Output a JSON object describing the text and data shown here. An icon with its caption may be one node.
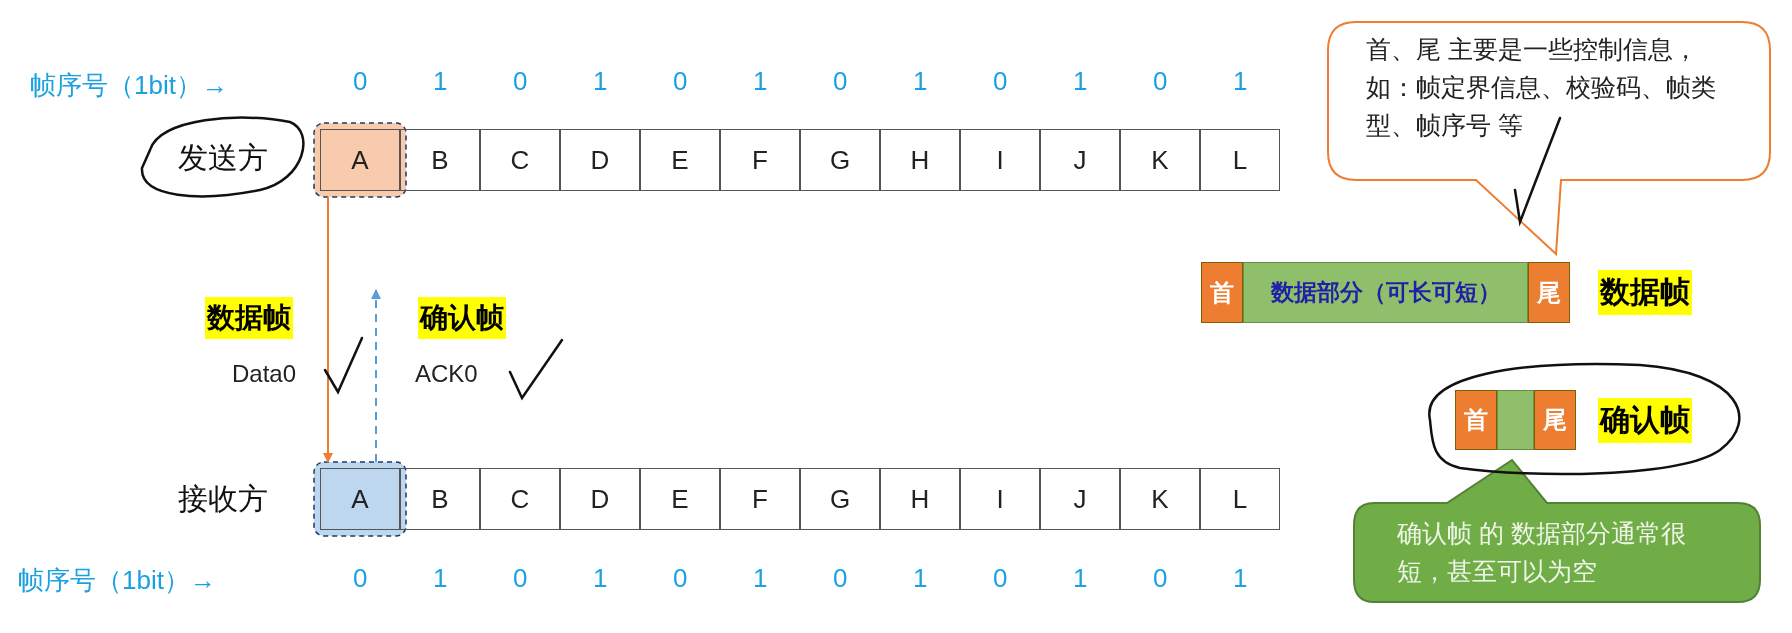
{
  "diagram": {
    "nodes": [
      {
        "text": [
          "发送方"
        ]
      },
      {
        "text": [
          "A"
        ]
      },
      {
        "text": [
          "B"
        ]
      },
      {
        "text": [
          "C"
        ]
      },
      {
        "text": [
          "D"
        ]
      },
      {
        "text": [
          "E"
        ]
      },
      {
        "text": [
          "F"
        ]
      },
      {
        "text": [
          "G"
        ]
      },
      {
        "text": [
          "H"
        ]
      },
      {
        "text": [
          "I"
        ]
      },
      {
        "text": [
          "J"
        ]
      },
      {
        "text": [
          "K"
        ]
      },
      {
        "text": [
          "L"
        ]
      },
      {
        "text": [
          "首、尾 主要是一些控制信息，如：帧定界信息、校验码、帧类型、帧序号 等"
        ]
      },
      {
        "text": [
          "首"
        ]
      },
      {
        "text": [
          "数据部分（可长可短）"
        ]
      },
      {
        "text": [
          "尾"
        ]
      },
      {
        "text": [
          "首"
        ]
      },
      {
        "text": [],
        "shape": "bar"
      },
      {
        "text": [
          "尾"
        ]
      },
      {
        "text": [
          "确认帧 的 数据部分通常很短，甚至可以为空"
        ]
      },
      {
        "text": [
          "接收方"
        ]
      },
      {
        "text": [
          "A"
        ]
      },
      {
        "text": [
          "B"
        ]
      },
      {
        "text": [
          "C"
        ]
      },
      {
        "text": [
          "D"
        ]
      },
      {
        "text": [
          "E"
        ]
      },
      {
        "text": [
          "F"
        ]
      },
      {
        "text": [
          "G"
        ]
      },
      {
        "text": [
          "H"
        ]
      },
      {
        "text": [
          "I"
        ]
      },
      {
        "text": [
          "J"
        ]
      },
      {
        "text": [
          "K"
        ]
      },
      {
        "text": [
          "L"
        ]
      }
    ],
    "edges": [
      {
        "from": 1,
        "to": 22,
        "arrow": "to",
        "color": "#ed7d31"
      },
      {
        "from": 22,
        "to": null,
        "arrow": "to",
        "style": "dashed",
        "color": "#5b9bd5"
      }
    ],
    "labels": [
      "帧序号（1bit）→",
      "0",
      "1",
      "0",
      "1",
      "0",
      "1",
      "0",
      "1",
      "0",
      "1",
      "0",
      "1",
      "数据帧",
      "数据帧",
      "确认帧",
      "Data0",
      "ACK0",
      "确认帧",
      "帧序号（1bit）→",
      "0",
      "1",
      "0",
      "1",
      "0",
      "1",
      "0",
      "1",
      "0",
      "1",
      "0",
      "1"
    ]
  }
}
